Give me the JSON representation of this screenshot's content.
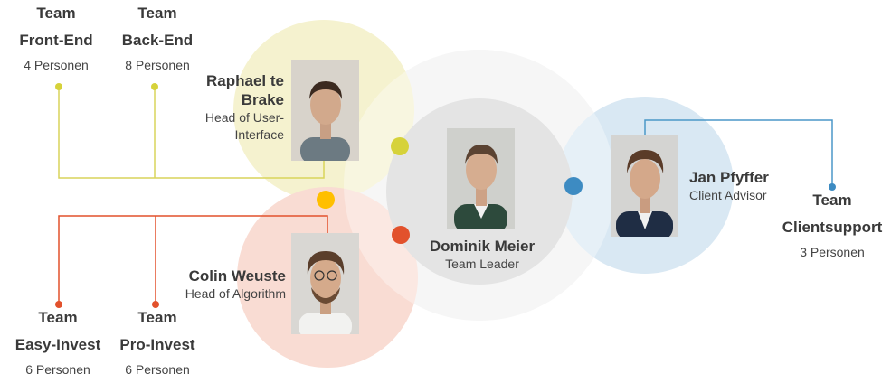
{
  "colors": {
    "yellow": "#d6d23a",
    "yellow_circle": "#f5f2cf",
    "orange": "#ffbf00",
    "red": "#e2512c",
    "red_circle": "#f9dcd3",
    "blue": "#3d8bc2",
    "blue_circle": "#d9e8f3",
    "gray_outer": "#f2f2f2",
    "gray_inner": "#e4e4e4",
    "line_yellow": "#d9d45a",
    "line_red": "#e2512c",
    "line_blue": "#4b97c8"
  },
  "teams": {
    "frontend": {
      "title_line1": "Team",
      "title_line2": "Front-End",
      "count": "4 Personen"
    },
    "backend": {
      "title_line1": "Team",
      "title_line2": "Back-End",
      "count": "8 Personen"
    },
    "easyinvest": {
      "title_line1": "Team",
      "title_line2": "Easy-Invest",
      "count": "6 Personen"
    },
    "proinvest": {
      "title_line1": "Team",
      "title_line2": "Pro-Invest",
      "count": "6 Personen"
    },
    "clientsupport": {
      "title_line1": "Team",
      "title_line2": "Clientsupport",
      "count": "3 Personen"
    }
  },
  "people": {
    "raphael": {
      "name_line1": "Raphael te",
      "name_line2": "Brake",
      "role_line1": "Head of User-",
      "role_line2": "Interface"
    },
    "colin": {
      "name": "Colin Weuste",
      "role": "Head of Algorithm"
    },
    "dominik": {
      "name": "Dominik Meier",
      "role": "Team Leader"
    },
    "jan": {
      "name": "Jan Pfyffer",
      "role": "Client Advisor"
    }
  }
}
